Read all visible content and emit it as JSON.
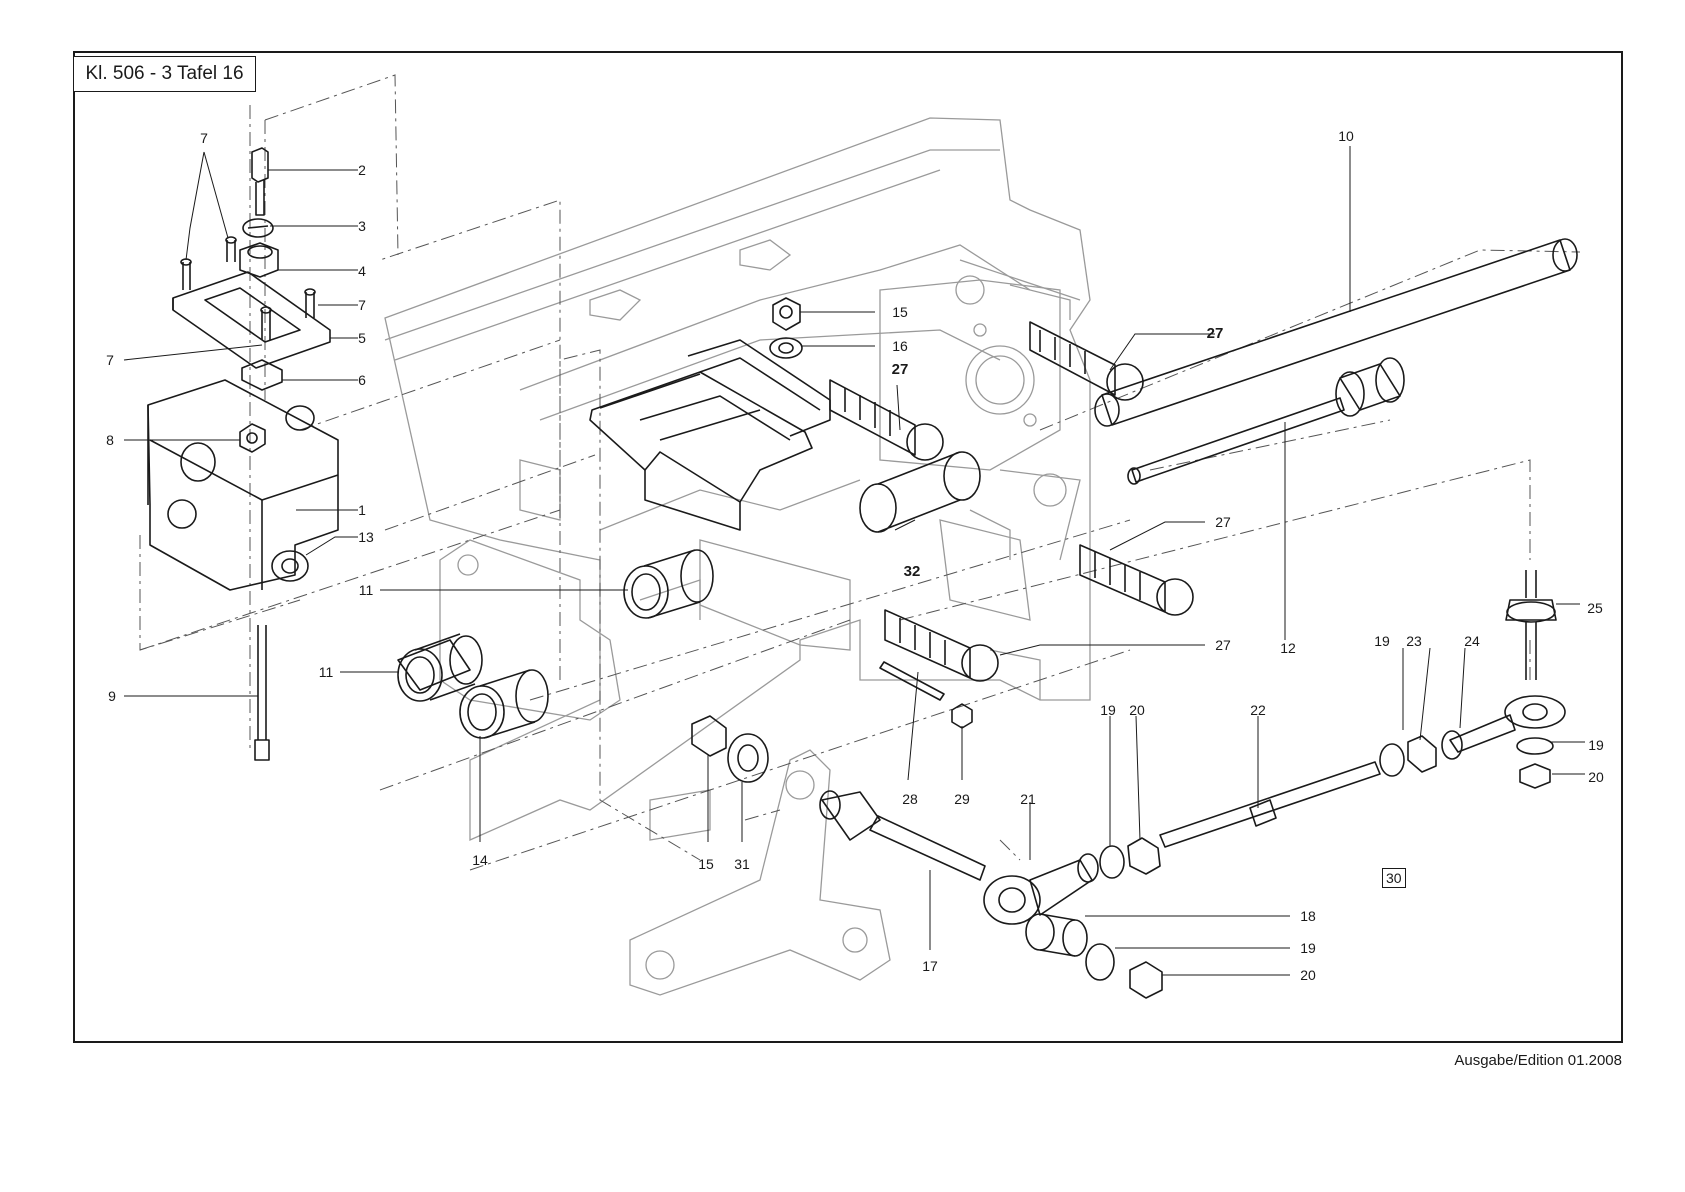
{
  "sheet_title": "Kl. 506 - 3 Tafel  16",
  "edition": "Ausgabe/Edition 01.2008",
  "boxed_reference": "30",
  "part_labels": [
    {
      "id": "l2",
      "text": "2"
    },
    {
      "id": "l3",
      "text": "3"
    },
    {
      "id": "l4",
      "text": "4"
    },
    {
      "id": "l5",
      "text": "5"
    },
    {
      "id": "l6",
      "text": "6"
    },
    {
      "id": "l1",
      "text": "1"
    },
    {
      "id": "l13",
      "text": "13"
    },
    {
      "id": "l7a",
      "text": "7"
    },
    {
      "id": "l7b",
      "text": "7"
    },
    {
      "id": "l7c",
      "text": "7"
    },
    {
      "id": "l8",
      "text": "8"
    },
    {
      "id": "l9",
      "text": "9"
    },
    {
      "id": "l11a",
      "text": "11"
    },
    {
      "id": "l11b",
      "text": "11"
    },
    {
      "id": "l14",
      "text": "14"
    },
    {
      "id": "l15a",
      "text": "15"
    },
    {
      "id": "l16",
      "text": "16"
    },
    {
      "id": "l27a",
      "text": "27"
    },
    {
      "id": "l27b",
      "text": "27"
    },
    {
      "id": "l27c",
      "text": "27"
    },
    {
      "id": "l27d",
      "text": "27"
    },
    {
      "id": "l32",
      "text": "32"
    },
    {
      "id": "l10",
      "text": "10"
    },
    {
      "id": "l12",
      "text": "12"
    },
    {
      "id": "l25",
      "text": "25"
    },
    {
      "id": "l19a",
      "text": "19"
    },
    {
      "id": "l23",
      "text": "23"
    },
    {
      "id": "l24",
      "text": "24"
    },
    {
      "id": "l19b",
      "text": "19"
    },
    {
      "id": "l20a",
      "text": "20"
    },
    {
      "id": "l22",
      "text": "22"
    },
    {
      "id": "l19c",
      "text": "19"
    },
    {
      "id": "l20b",
      "text": "20"
    },
    {
      "id": "l28",
      "text": "28"
    },
    {
      "id": "l29",
      "text": "29"
    },
    {
      "id": "l21",
      "text": "21"
    },
    {
      "id": "l15b",
      "text": "15"
    },
    {
      "id": "l31",
      "text": "31"
    },
    {
      "id": "l17",
      "text": "17"
    },
    {
      "id": "l18",
      "text": "18"
    },
    {
      "id": "l19d",
      "text": "19"
    },
    {
      "id": "l20c",
      "text": "20"
    }
  ]
}
